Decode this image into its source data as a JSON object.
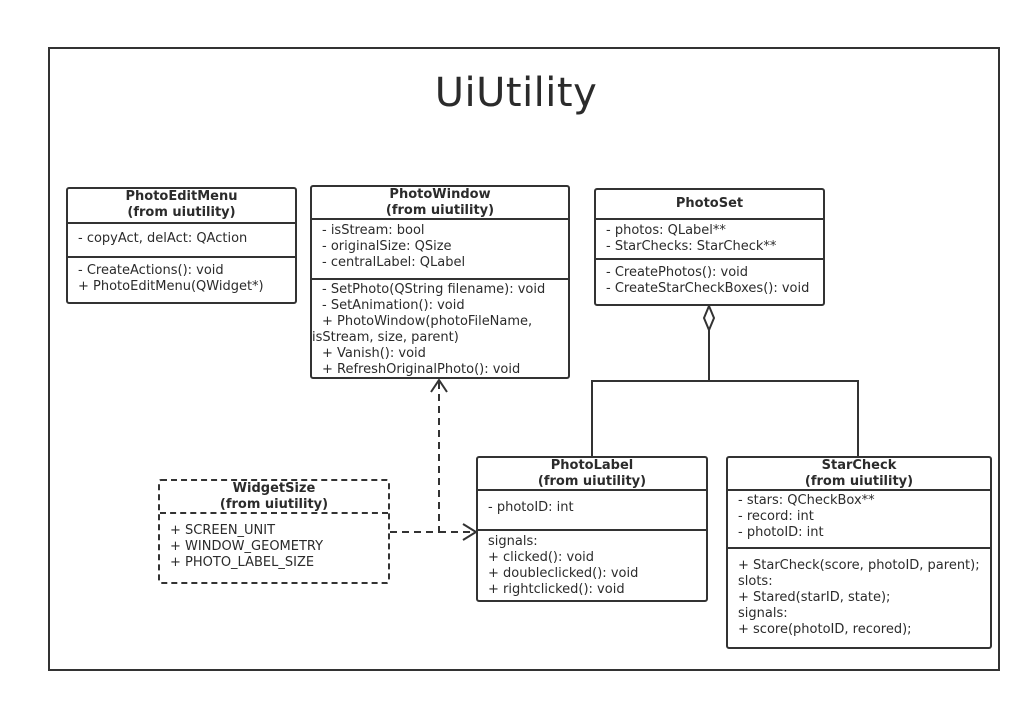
{
  "diagram": {
    "title": "UiUtility",
    "classes": {
      "photo_edit_menu": {
        "name": "PhotoEditMenu",
        "stereotype": "(from uiutility)",
        "attributes": [
          "-  copyAct, delAct: QAction"
        ],
        "operations": [
          "-  CreateActions(): void",
          "+  PhotoEditMenu(QWidget*)"
        ]
      },
      "photo_window": {
        "name": "PhotoWindow",
        "stereotype": "(from uiutility)",
        "attributes": [
          "-  isStream: bool",
          "-  originalSize: QSize",
          "-  centralLabel: QLabel"
        ],
        "operations": [
          "-  SetPhoto(QString filename): void",
          "-  SetAnimation(): void",
          "+  PhotoWindow(photoFileName,",
          "isStream, size, parent)",
          "+  Vanish(): void",
          "+  RefreshOriginalPhoto(): void"
        ]
      },
      "photo_set": {
        "name": "PhotoSet",
        "attributes": [
          "-  photos: QLabel**",
          "-  StarChecks: StarCheck**"
        ],
        "operations": [
          "-  CreatePhotos(): void",
          "-  CreateStarCheckBoxes(): void"
        ]
      },
      "widget_size": {
        "name": "WidgetSize",
        "stereotype": "(from uiutility)",
        "attributes": [
          "+  SCREEN_UNIT",
          "+  WINDOW_GEOMETRY",
          "+  PHOTO_LABEL_SIZE"
        ]
      },
      "photo_label": {
        "name": "PhotoLabel",
        "stereotype": "(from uiutility)",
        "attributes": [
          "-  photoID: int"
        ],
        "operations": [
          "signals:",
          "+  clicked(): void",
          "+  doubleclicked(): void",
          "+  rightclicked(): void"
        ]
      },
      "star_check": {
        "name": "StarCheck",
        "stereotype": "(from uiutility)",
        "attributes": [
          "-  stars: QCheckBox**",
          "-  record: int",
          "-  photoID: int"
        ],
        "operations": [
          "+  StarCheck(score, photoID, parent);",
          "slots:",
          "+  Stared(starID, state);",
          "signals:",
          "+  score(photoID, recored);"
        ]
      }
    },
    "colors": {
      "line": "#333333",
      "text": "#2b2b2b",
      "background": "#ffffff"
    }
  }
}
